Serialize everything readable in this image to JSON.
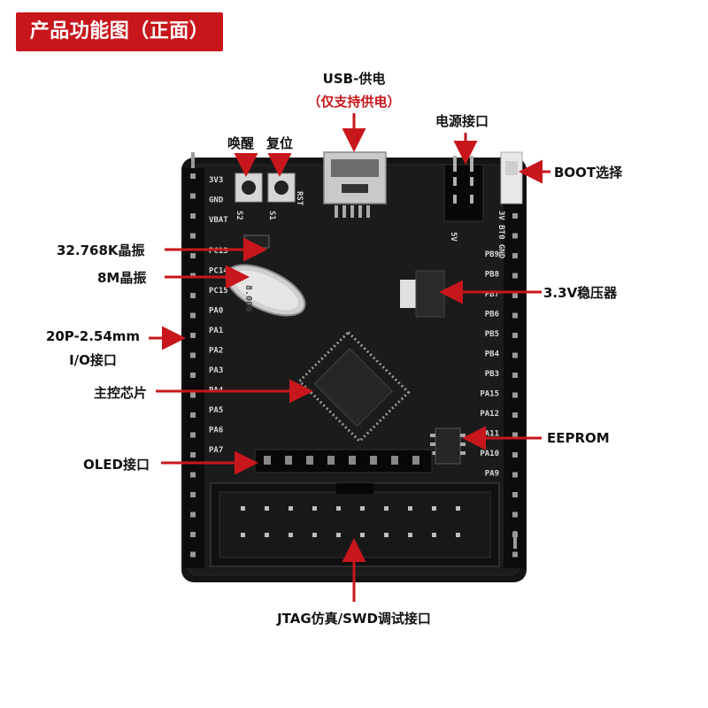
{
  "title": "产品功能图（正面）",
  "labels": {
    "usb": "USB-供电",
    "usb_note": "（仅支持供电）",
    "power": "电源接口",
    "wake": "唤醒",
    "reset": "复位",
    "boot": "BOOT选择",
    "crystal_32k": "32.768K晶振",
    "crystal_8m": "8M晶振",
    "regulator": "3.3V稳压器",
    "io_header_1": "20P-2.54mm",
    "io_header_2": "I/O接口",
    "chip": "主控芯片",
    "eeprom": "EEPROM",
    "oled": "OLED接口",
    "jtag": "JTAG仿真/SWD调试接口"
  },
  "board_silk": {
    "left_top": [
      "3V3",
      "GND",
      "VBAT"
    ],
    "left": [
      "PC13",
      "PC14",
      "PC15",
      "PA0",
      "PA1",
      "PA2",
      "PA3",
      "PA4",
      "PA5",
      "PA6",
      "PA7"
    ],
    "right": [
      "PB9",
      "PB8",
      "PB7",
      "PB6",
      "PB5",
      "PB4",
      "PB3",
      "PA15",
      "PA12",
      "PA11",
      "PA10",
      "PA9"
    ],
    "rst": "RST",
    "s1": "S1",
    "s2": "S2",
    "crystal_mark": "8.000",
    "boot_mark": "3V BT0 GND",
    "jumper_5v": "5V"
  },
  "colors": {
    "accent": "#c8171c",
    "arrow": "#c8171c",
    "pcb": "#141414",
    "silk": "#d8d8d8"
  }
}
